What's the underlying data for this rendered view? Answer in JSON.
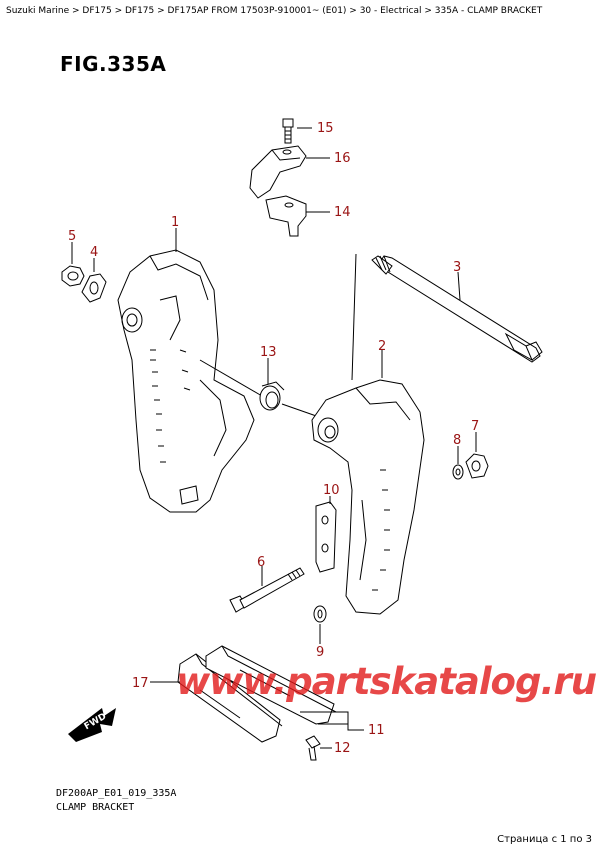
{
  "breadcrumb": {
    "items": [
      "Suzuki Marine",
      "DF175",
      "DF175",
      "DF175AP FROM 17503P-910001~ (E01)",
      "30 - Electrical",
      "335A - CLAMP BRACKET"
    ],
    "separator": " > "
  },
  "figure": {
    "title": "FIG.335A",
    "code": "DF200AP_E01_019_335A",
    "caption": "CLAMP BRACKET"
  },
  "callouts": [
    "1",
    "2",
    "3",
    "4",
    "5",
    "6",
    "7",
    "8",
    "9",
    "10",
    "11",
    "12",
    "13",
    "14",
    "15",
    "16",
    "17"
  ],
  "watermark": "www.partskatalog.ru",
  "fwd_label": "FWD",
  "pager": "Страница с 1 по 3",
  "colors": {
    "callout": "#9a1414",
    "watermark": "#e21b1b",
    "line": "#000000"
  }
}
